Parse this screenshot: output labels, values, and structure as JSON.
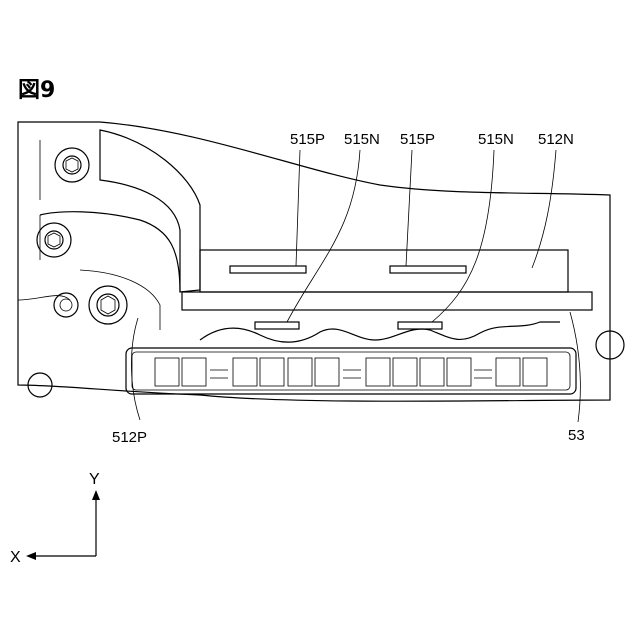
{
  "figure": {
    "title": "図9"
  },
  "labels": {
    "l_515p_a": "515P",
    "l_515n_a": "515N",
    "l_515p_b": "515P",
    "l_515n_b": "515N",
    "l_512n": "512N",
    "l_512p": "512P",
    "l_53": "53"
  },
  "axes": {
    "y": "Y",
    "x": "X"
  }
}
